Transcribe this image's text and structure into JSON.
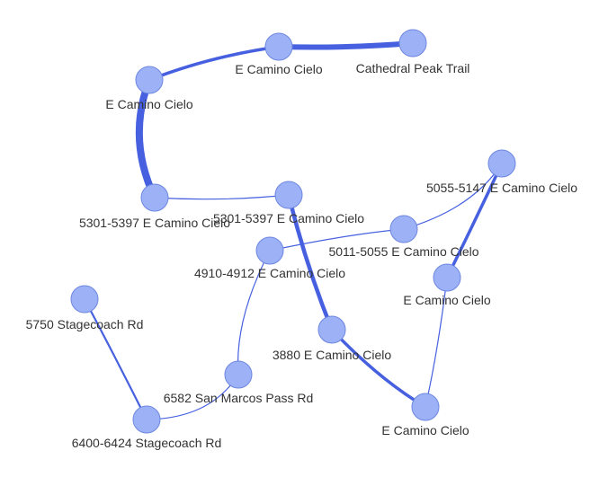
{
  "colors": {
    "node_fill": "#9db2f6",
    "node_stroke": "#6d86e0",
    "edge": "#4660e0",
    "label": "#333333",
    "background": "#ffffff"
  },
  "nodes": [
    {
      "id": "n1",
      "label": "Cathedral Peak Trail"
    },
    {
      "id": "n2",
      "label": "E Camino Cielo"
    },
    {
      "id": "n3",
      "label": "E Camino Cielo"
    },
    {
      "id": "n4",
      "label": "5301-5397 E Camino Cielo"
    },
    {
      "id": "n5",
      "label": "5301-5397 E Camino Cielo"
    },
    {
      "id": "n6",
      "label": "5055-5147 E Camino Cielo"
    },
    {
      "id": "n7",
      "label": "5011-5055 E Camino Cielo"
    },
    {
      "id": "n8",
      "label": "4910-4912 E Camino Cielo"
    },
    {
      "id": "n9",
      "label": "E Camino Cielo"
    },
    {
      "id": "n10",
      "label": "3880 E Camino Cielo"
    },
    {
      "id": "n11",
      "label": "5750 Stagecoach Rd"
    },
    {
      "id": "n12",
      "label": "6582 San Marcos Pass Rd"
    },
    {
      "id": "n13",
      "label": "E Camino Cielo"
    },
    {
      "id": "n14",
      "label": "6400-6424 Stagecoach Rd"
    }
  ],
  "edges": [
    {
      "id": "e1",
      "source": "n2",
      "target": "n1",
      "weight": 5
    },
    {
      "id": "e2",
      "source": "n3",
      "target": "n2",
      "weight": 3
    },
    {
      "id": "e3",
      "source": "n3",
      "target": "n4",
      "weight": 6
    },
    {
      "id": "e4",
      "source": "n4",
      "target": "n5",
      "weight": 1
    },
    {
      "id": "e5",
      "source": "n5",
      "target": "n10",
      "weight": 4
    },
    {
      "id": "e6",
      "source": "n10",
      "target": "n13",
      "weight": 3
    },
    {
      "id": "e7",
      "source": "n13",
      "target": "n9",
      "weight": 1
    },
    {
      "id": "e8",
      "source": "n9",
      "target": "n6",
      "weight": 3
    },
    {
      "id": "e9",
      "source": "n6",
      "target": "n7",
      "weight": 1
    },
    {
      "id": "e10",
      "source": "n7",
      "target": "n8",
      "weight": 1
    },
    {
      "id": "e11",
      "source": "n8",
      "target": "n12",
      "weight": 1
    },
    {
      "id": "e12",
      "source": "n12",
      "target": "n14",
      "weight": 1
    },
    {
      "id": "e13",
      "source": "n14",
      "target": "n11",
      "weight": 2
    }
  ]
}
